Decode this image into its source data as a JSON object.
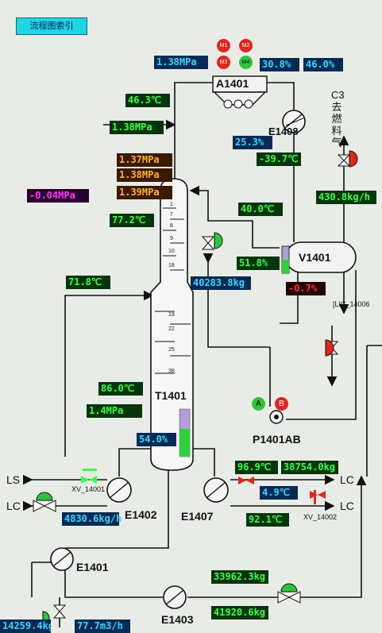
{
  "nav": {
    "index_button": "流程图索引"
  },
  "equipment": {
    "a1401": "A1401",
    "e1408": "E1408",
    "v1401": "V1401",
    "t1401": "T1401",
    "p1401ab": "P1401AB",
    "e1402": "E1402",
    "e1407": "E1407",
    "e1401": "E1401",
    "e1403": "E1403"
  },
  "motors": {
    "m1": "M1",
    "m2": "M2",
    "m3": "M3",
    "m4": "M4"
  },
  "pumps": {
    "a": "A",
    "b": "B"
  },
  "c3_label": {
    "line1": "C3",
    "chars": [
      "去",
      "燃",
      "料",
      "气"
    ]
  },
  "streams": {
    "ls": "LS",
    "lc_left": "LC",
    "lc_right1": "LC",
    "lc_right2": "LC"
  },
  "valves": {
    "xv_14001": "XV_14001",
    "xv_14002": "XV_14002",
    "lic_14006": "[LIC_14006"
  },
  "trays": [
    "1",
    "7",
    "8",
    "9",
    "10",
    "18",
    "19",
    "22",
    "25",
    "38"
  ],
  "readings": {
    "a1401_pressure": "1.38MPa",
    "a1401_pct1": "30.8%",
    "a1401_pct2": "46.0%",
    "top_temp": "46.3℃",
    "top_pressure": "1.38MPa",
    "e1408_pct": "25.3%",
    "e1408_temp": "-39.7℃",
    "col_p1": "1.37MPa",
    "col_p2": "1.38MPa",
    "col_p3": "1.39MPa",
    "diff_pressure": "-0.04MPa",
    "col_temp1": "77.2℃",
    "reflux_temp": "40.0℃",
    "c3_flow": "430.8kg/h",
    "v1401_level": "51.8%",
    "reflux_flow": "40283.8kg",
    "lic_value": "-0.7%",
    "feed_temp": "71.8℃",
    "bottom_temp": "86.0℃",
    "bottom_pressure": "1.4MPa",
    "bottom_level": "54.0%",
    "e1407_temp1": "96.9℃",
    "e1407_flow": "38754.0kg",
    "e1407_temp2": "4.9℃",
    "e1407_temp3": "92.1℃",
    "e1402_flow": "4830.6kg/h",
    "flow_a": "33962.3kg",
    "flow_b": "41920.6kg",
    "bottom_left_flow": "14259.4kg",
    "bottom_mid_flow": "77.7m3/h"
  },
  "colors": {
    "green_valve": "#2fc43c",
    "red_valve": "#e0261f",
    "level_fill": "#2ed13b",
    "level_empty": "#b39ddb"
  }
}
